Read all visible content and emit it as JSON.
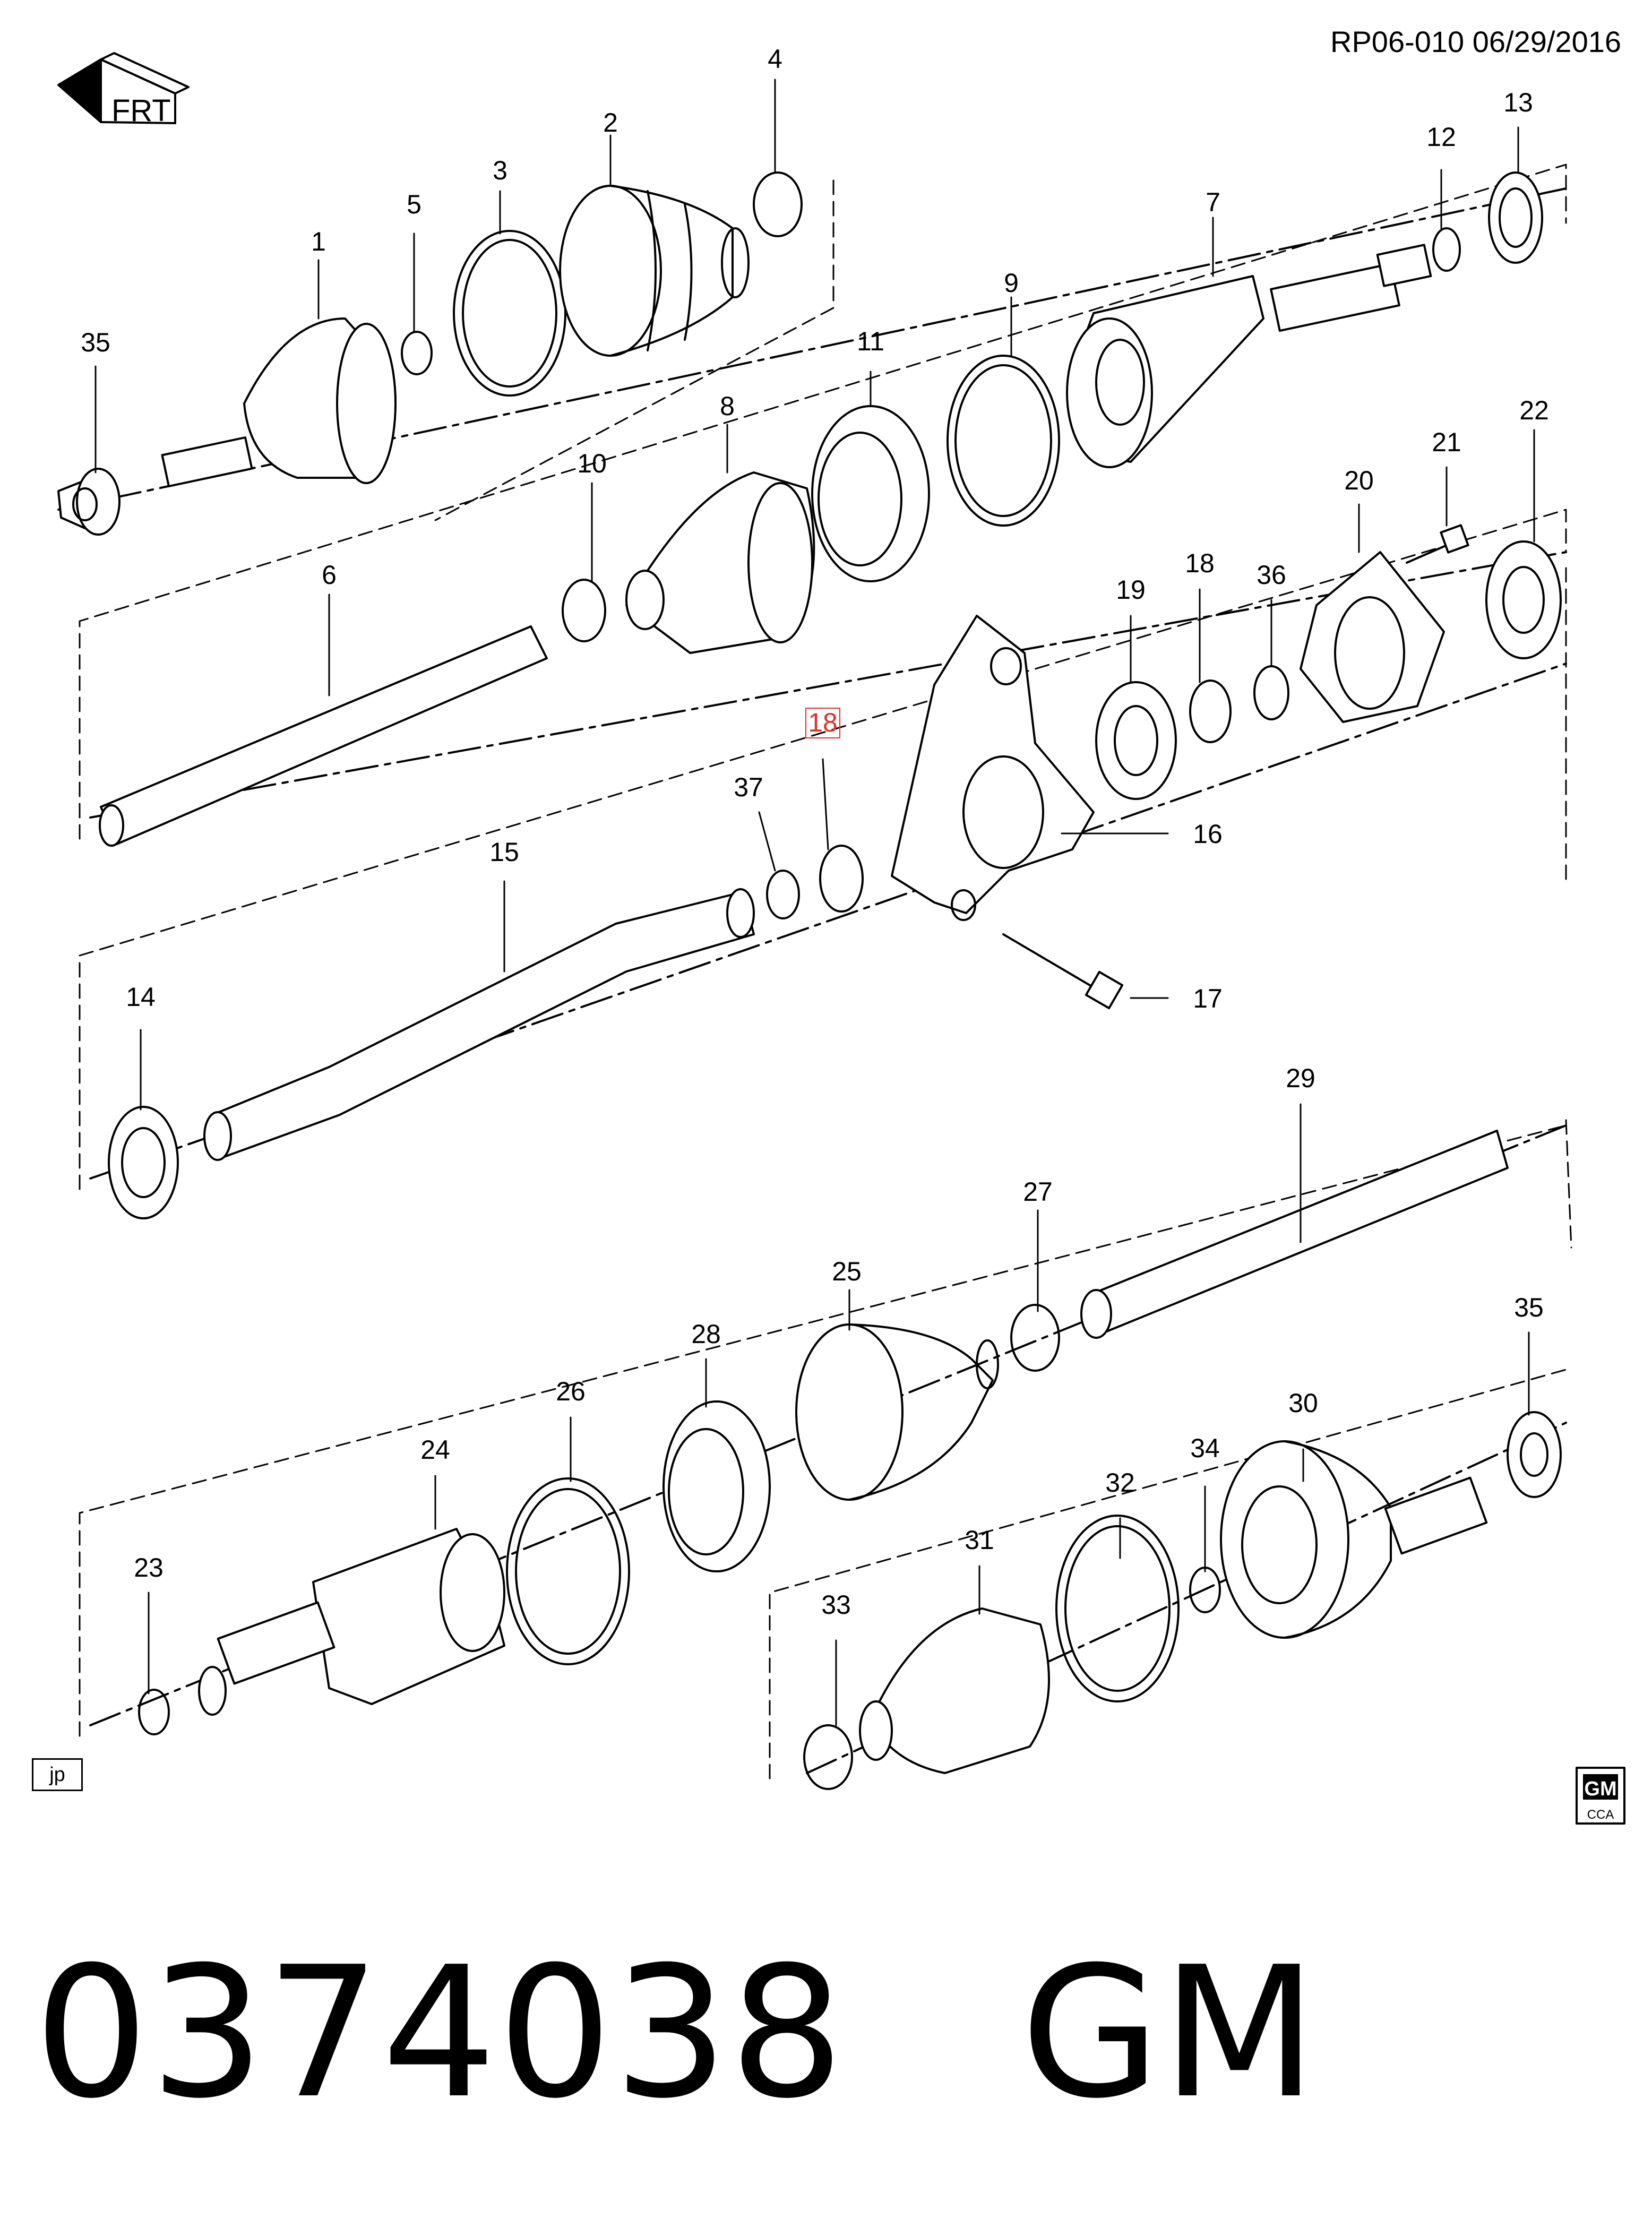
{
  "header": {
    "ref": "RP06-010  06/29/2016"
  },
  "orientation_label": "FRT",
  "region_tag": "jp",
  "gm_badge": {
    "top": "GM",
    "bottom": "CCA"
  },
  "footer": {
    "part_number": "0374038",
    "brand": "GM"
  },
  "callouts": {
    "c1": "1",
    "c2": "2",
    "c3": "3",
    "c4": "4",
    "c5": "5",
    "c6": "6",
    "c7": "7",
    "c8": "8",
    "c9": "9",
    "c10": "10",
    "c11": "11",
    "c12": "12",
    "c13": "13",
    "c14": "14",
    "c15": "15",
    "c16": "16",
    "c17": "17",
    "c18a": "18",
    "c18b": "18",
    "c19": "19",
    "c20": "20",
    "c21": "21",
    "c22": "22",
    "c23": "23",
    "c24": "24",
    "c25": "25",
    "c26": "26",
    "c27": "27",
    "c28": "28",
    "c29": "29",
    "c30": "30",
    "c31": "31",
    "c32": "32",
    "c33": "33",
    "c34": "34",
    "c35a": "35",
    "c35b": "35",
    "c36": "36",
    "c37": "37"
  },
  "highlight_color": "#e0302a"
}
